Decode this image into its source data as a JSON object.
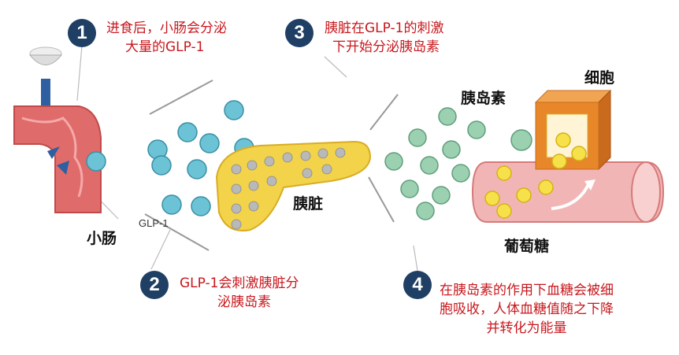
{
  "steps": [
    {
      "num": "1",
      "text_line1": "进食后，小肠会分泌",
      "text_line2": "大量的GLP-1"
    },
    {
      "num": "2",
      "text_line1": "GLP-1会刺激胰脏分",
      "text_line2": "泌胰岛素"
    },
    {
      "num": "3",
      "text_line1": "胰脏在GLP-1的刺激",
      "text_line2": "下开始分泌胰岛素"
    },
    {
      "num": "4",
      "text_line1": "在胰岛素的作用下血糖会被细",
      "text_line2": "胞吸收，人体血糖值随之下降",
      "text_line3": "并转化为能量"
    }
  ],
  "labels": {
    "small_intestine": "小肠",
    "glp1": "GLP-1",
    "pancreas": "胰脏",
    "insulin": "胰岛素",
    "cell": "细胞",
    "glucose": "葡萄糖"
  },
  "colors": {
    "step_circle": "#1f3f64",
    "caption_red": "#c8171d",
    "intestine": "#e06b6b",
    "pancreas": "#f3d34a",
    "glp1_cell": "#6cc3d5",
    "insulin_cell": "#9bd0b0",
    "glucose": "#f7e14a",
    "cell_box": "#e8862a"
  }
}
